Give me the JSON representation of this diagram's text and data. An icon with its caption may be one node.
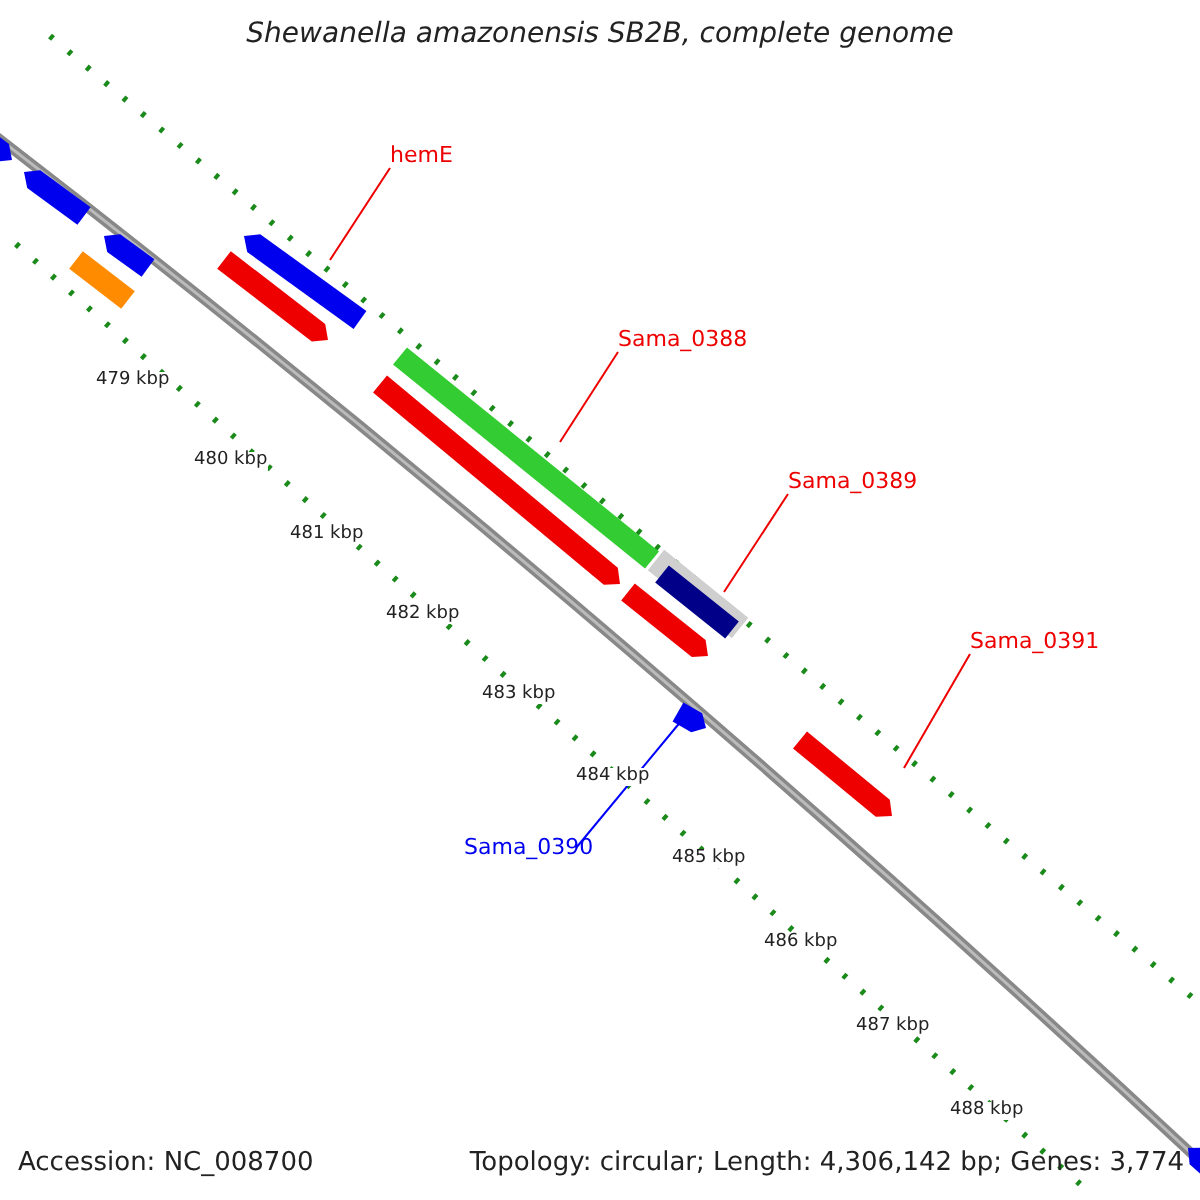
{
  "diagram": {
    "title": "Shewanella amazonensis SB2B, complete genome",
    "nodes": [
      {
        "text": [
          "hemE"
        ]
      },
      {
        "text": [],
        "shape": "bar"
      },
      {
        "text": [
          "Sama_0388"
        ]
      },
      {
        "text": [],
        "shape": "bar"
      },
      {
        "text": [
          "Sama_0389"
        ]
      },
      {
        "text": [],
        "shape": "bar"
      },
      {
        "text": [
          "Sama_0391"
        ]
      },
      {
        "text": [],
        "shape": "bar"
      },
      {
        "text": [
          "Sama_0390"
        ]
      },
      {
        "text": [],
        "shape": "bar"
      },
      {
        "text": [],
        "shape": "bar"
      },
      {
        "text": [],
        "shape": "bar"
      },
      {
        "text": [],
        "shape": "bar"
      },
      {
        "text": [],
        "shape": "bar"
      },
      {
        "text": [],
        "shape": "bar"
      },
      {
        "text": [],
        "shape": "bar"
      },
      {
        "text": [],
        "shape": "bar"
      },
      {
        "text": [],
        "shape": "bar"
      }
    ],
    "edges": [
      {
        "from": 0,
        "to": 1,
        "arrow": "none"
      },
      {
        "from": 2,
        "to": 3,
        "arrow": "none"
      },
      {
        "from": 4,
        "to": 5,
        "arrow": "none"
      },
      {
        "from": 6,
        "to": 7,
        "arrow": "none"
      },
      {
        "from": 8,
        "to": 9,
        "arrow": "none",
        "color": "#0000ff"
      }
    ],
    "labels": [
      "479 kbp",
      "480 kbp",
      "481 kbp",
      "482 kbp",
      "483 kbp",
      "484 kbp",
      "485 kbp",
      "486 kbp",
      "487 kbp",
      "488 kbp",
      "Accession: NC_008700",
      "Topology: circular; Length: 4,306,142 bp; Genes: 3,774"
    ]
  }
}
